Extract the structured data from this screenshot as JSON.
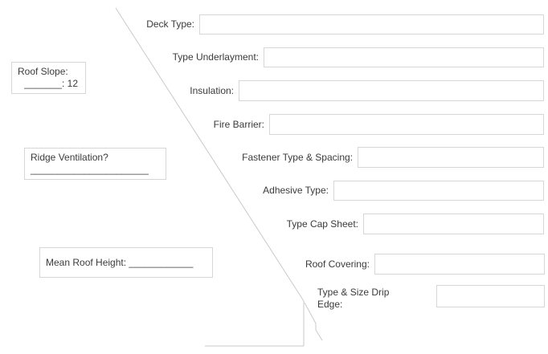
{
  "form": {
    "fields": [
      {
        "label": "Deck Type:",
        "value": ""
      },
      {
        "label": "Type Underlayment:",
        "value": ""
      },
      {
        "label": "Insulation:",
        "value": ""
      },
      {
        "label": "Fire Barrier:",
        "value": ""
      },
      {
        "label": "Fastener Type & Spacing:",
        "value": ""
      },
      {
        "label": "Adhesive Type:",
        "value": ""
      },
      {
        "label": "Type Cap Sheet:",
        "value": ""
      },
      {
        "label": "Roof Covering:",
        "value": ""
      },
      {
        "label": "Type & Size Drip Edge:",
        "value": ""
      }
    ],
    "annotations": {
      "roof_slope": {
        "line1": "Roof Slope:",
        "line2": "_______:  12"
      },
      "ridge_ventilation": {
        "line1": "Ridge Ventilation?",
        "line2": "______________________"
      },
      "mean_roof_height": {
        "line1": "Mean Roof Height:  ____________"
      }
    }
  },
  "colors": {
    "background": "#ffffff",
    "line": "#c9c9c9",
    "box_border": "#d6d6d6",
    "text": "#3b3b3b"
  }
}
